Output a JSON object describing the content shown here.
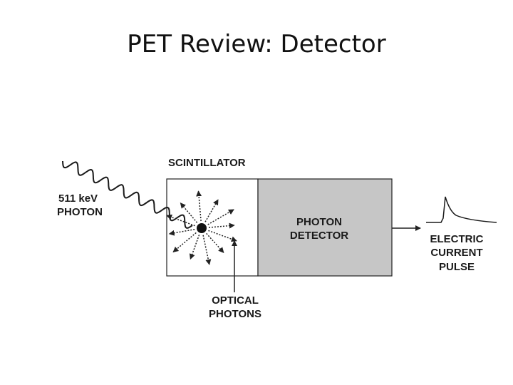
{
  "slide": {
    "title": "PET Review: Detector"
  },
  "diagram": {
    "scintillator_label": "SCINTILLATOR",
    "incoming_photon_label": [
      "511 keV",
      "PHOTON"
    ],
    "detector_label": [
      "PHOTON",
      "DETECTOR"
    ],
    "optical_photons_label": [
      "OPTICAL",
      "PHOTONS"
    ],
    "output_label": [
      "ELECTRIC",
      "CURRENT",
      "PULSE"
    ],
    "colors": {
      "detector_fill": "#c6c6c6",
      "stroke": "#222222",
      "background": "#ffffff"
    }
  }
}
